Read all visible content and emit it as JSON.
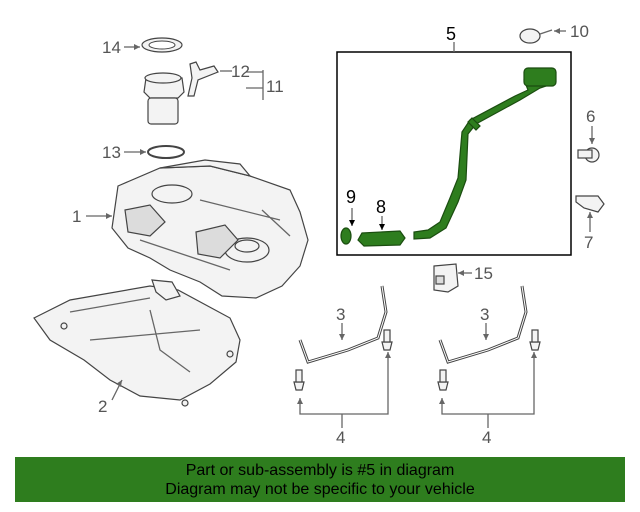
{
  "callouts": {
    "c1": "1",
    "c2": "2",
    "c3a": "3",
    "c3b": "3",
    "c4a": "4",
    "c4b": "4",
    "c5": "5",
    "c6": "6",
    "c7": "7",
    "c8": "8",
    "c9": "9",
    "c10": "10",
    "c11": "11",
    "c12": "12",
    "c13": "13",
    "c14": "14",
    "c15": "15"
  },
  "banner": {
    "line1": "Part or sub-assembly is #5 in diagram",
    "line2": "Diagram may not be specific to your vehicle"
  },
  "colors": {
    "highlight": "#2e7d1e",
    "banner_bg": "#2e7d1e"
  }
}
